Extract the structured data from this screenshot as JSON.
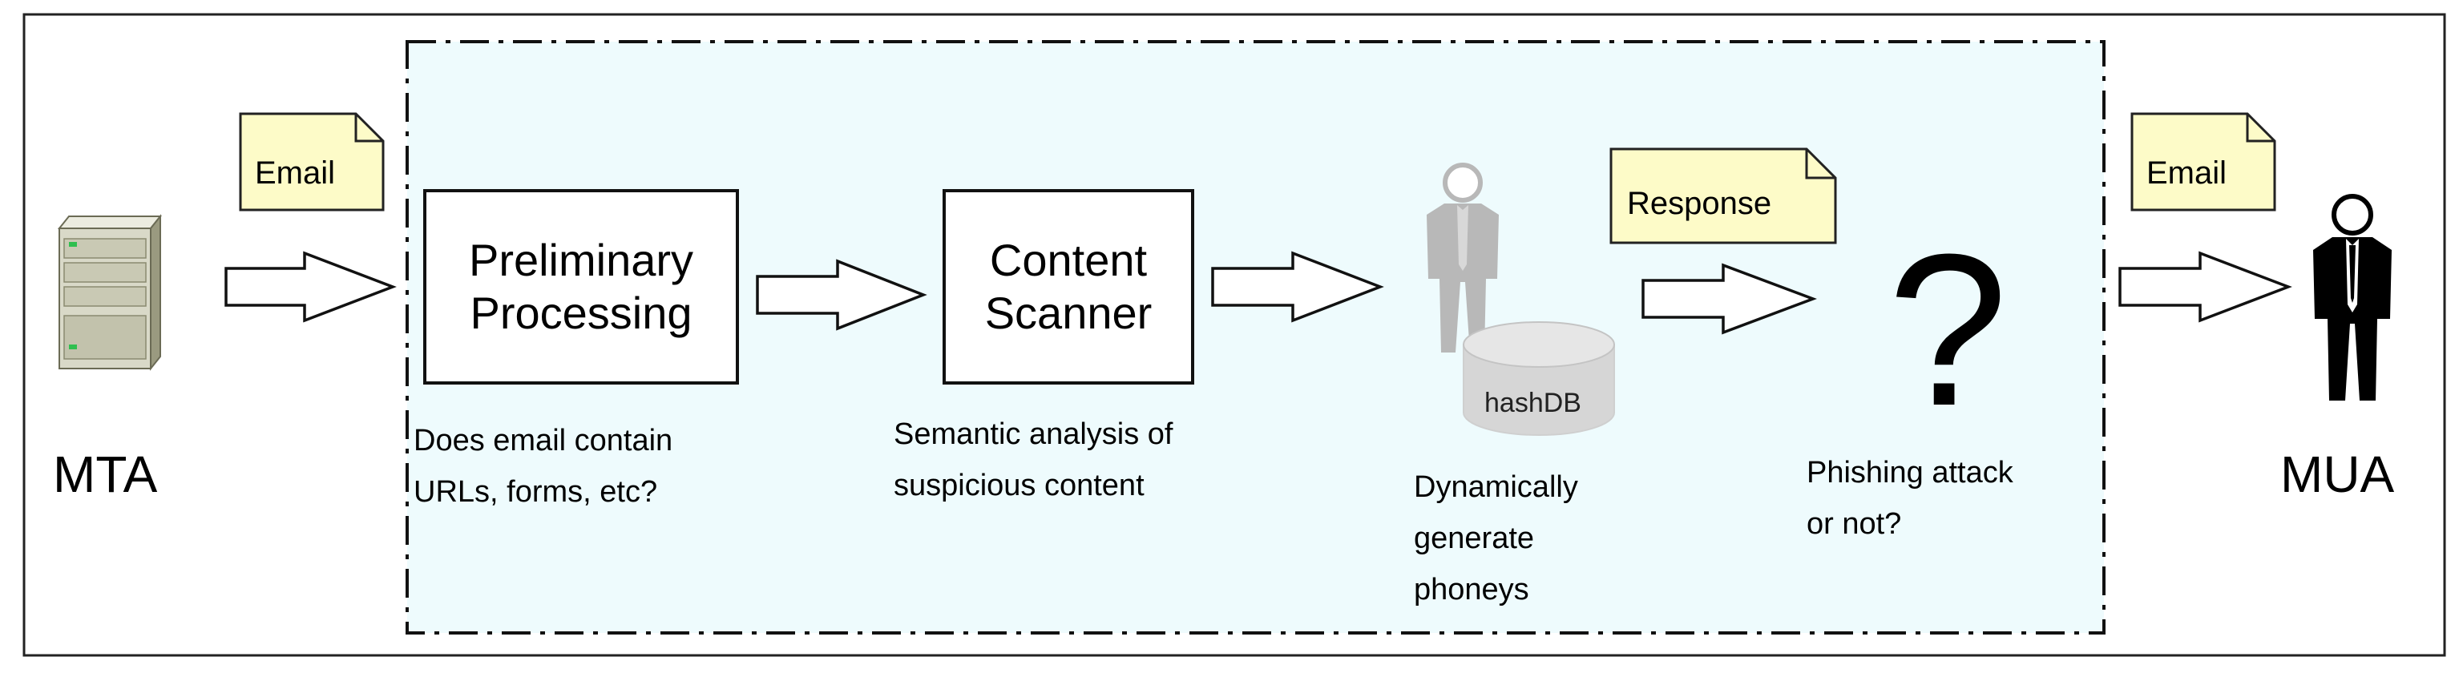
{
  "mta": {
    "label": "MTA"
  },
  "mua": {
    "label": "MUA"
  },
  "notes": {
    "email_in": "Email",
    "response": "Response",
    "email_out": "Email"
  },
  "boxes": {
    "preliminary": {
      "line1": "Preliminary",
      "line2": "Processing"
    },
    "scanner": {
      "line1": "Content",
      "line2": "Scanner"
    }
  },
  "database": {
    "label": "hashDB"
  },
  "descriptions": {
    "preliminary": [
      "Does email contain",
      "URLs, forms, etc?"
    ],
    "scanner": [
      "Semantic analysis of",
      "suspicious content"
    ],
    "phoneys": [
      "Dynamically",
      "generate",
      "phoneys"
    ],
    "decision": [
      "Phishing attack",
      "or not?"
    ]
  },
  "decision_symbol": "?",
  "colors": {
    "region_fill": "#eefbfd",
    "note_fill": "#fdfbc8",
    "ghost_person": "#b8b8b8",
    "db_fill": "#d6d6d6",
    "server_body": "#d9d9c8"
  }
}
